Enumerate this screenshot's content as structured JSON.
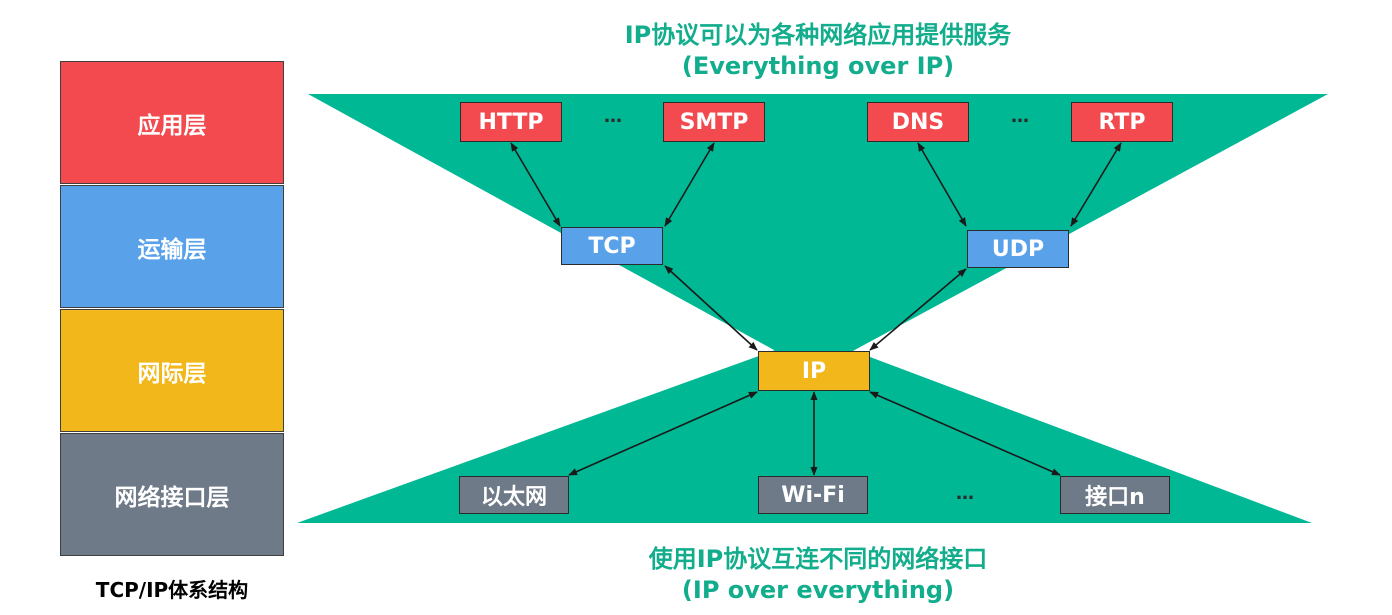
{
  "layers": [
    {
      "label": "应用层",
      "color": "#f24a4e"
    },
    {
      "label": "运输层",
      "color": "#59a2ea"
    },
    {
      "label": "网际层",
      "color": "#f1b71b"
    },
    {
      "label": "网络接口层",
      "color": "#6f7a88"
    }
  ],
  "stack_caption": "TCP/IP体系结构",
  "top_caption": {
    "line1": "IP协议可以为各种网络应用提供服务",
    "line2": "(Everything over IP)"
  },
  "bottom_caption": {
    "line1": "使用IP协议互连不同的网络接口",
    "line2": "(IP over everything)"
  },
  "apps": [
    "HTTP",
    "SMTP",
    "DNS",
    "RTP"
  ],
  "transports": [
    "TCP",
    "UDP"
  ],
  "internet": "IP",
  "interfaces": [
    "以太网",
    "Wi-Fi",
    "接口n"
  ],
  "ellipsis": "…",
  "colors": {
    "hourglass": "#00b894",
    "caption": "#12ad8c",
    "app": "#f24a4e",
    "transport": "#59a2ea",
    "internet": "#f1b71b",
    "interface": "#6f7a88"
  }
}
